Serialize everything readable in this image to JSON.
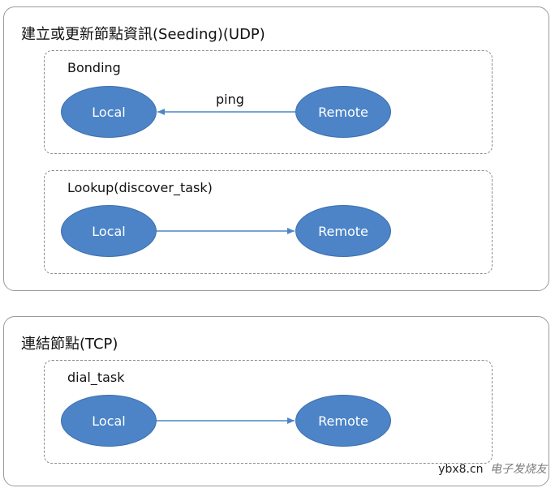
{
  "colors": {
    "node_fill": "#4c84c7",
    "node_text": "#ffffff",
    "arrow": "#4a86c5",
    "panel_border": "#9a9a9a",
    "group_border": "#8c8c8c"
  },
  "panels": [
    {
      "title": "建立或更新節點資訊(Seeding)(UDP)",
      "groups": [
        {
          "title": "Bonding",
          "left_node": "Local",
          "right_node": "Remote",
          "edge_label": "ping",
          "direction": "remote-to-local"
        },
        {
          "title": "Lookup(discover_task)",
          "left_node": "Local",
          "right_node": "Remote",
          "edge_label": "",
          "direction": "local-to-remote"
        }
      ]
    },
    {
      "title": "連結節點(TCP)",
      "groups": [
        {
          "title": "dial_task",
          "left_node": "Local",
          "right_node": "Remote",
          "edge_label": "",
          "direction": "local-to-remote"
        }
      ]
    }
  ],
  "watermark": {
    "site": "ybx8.cn",
    "brand": "电子发烧友"
  }
}
